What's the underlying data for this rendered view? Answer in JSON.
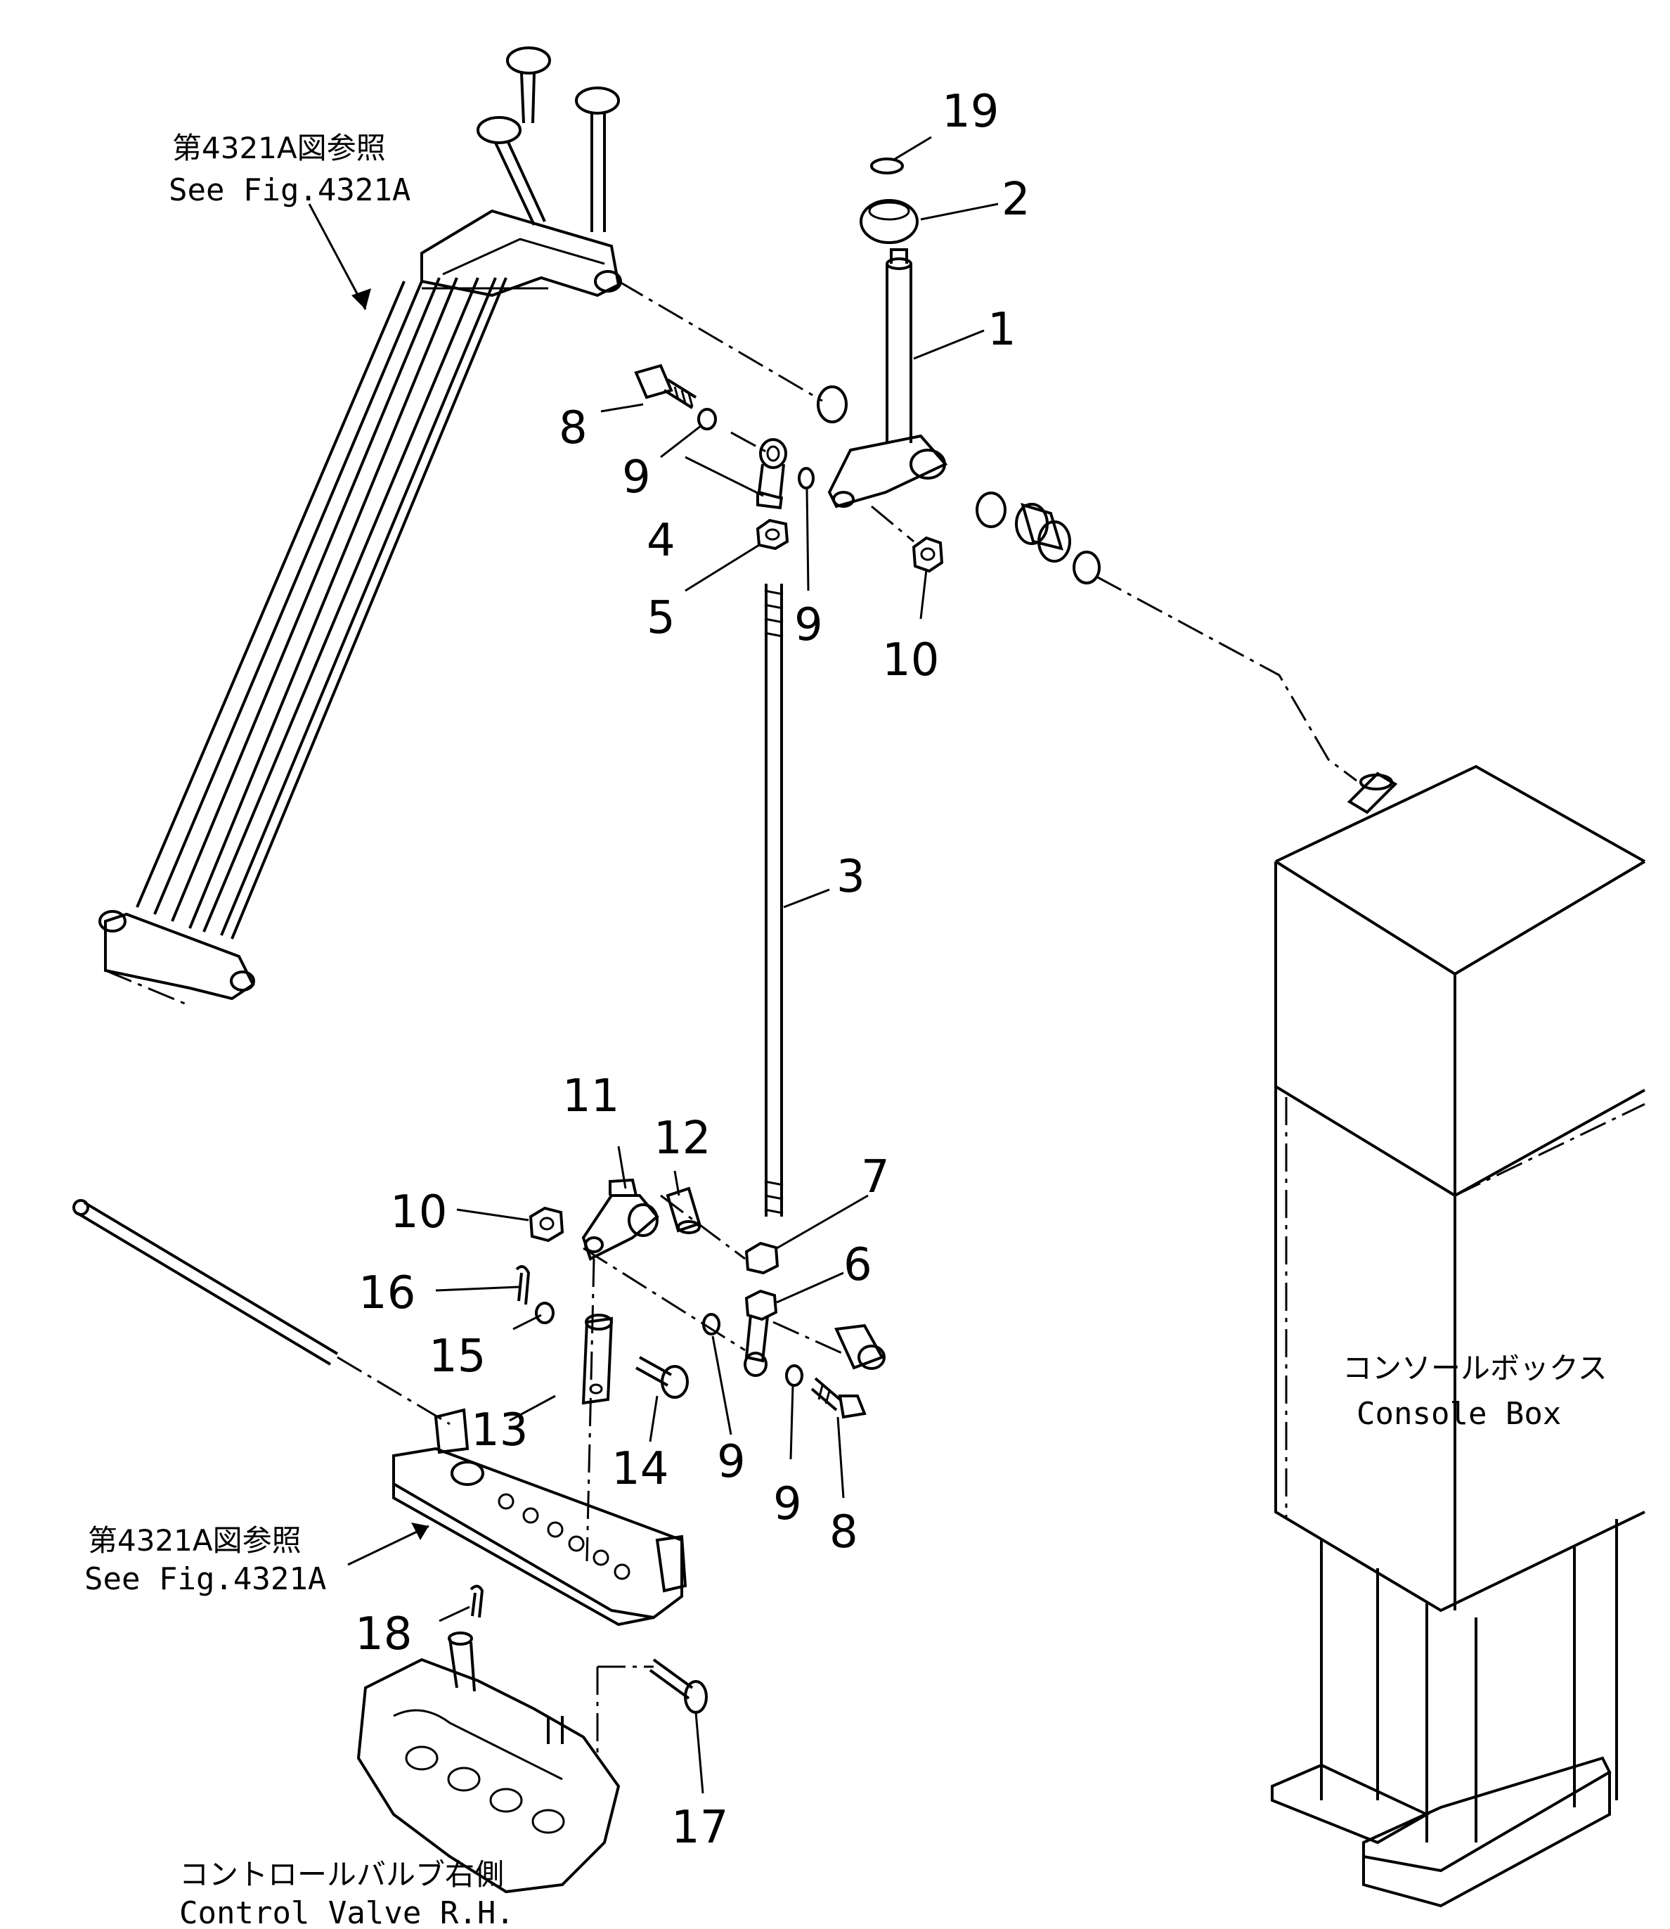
{
  "callouts": {
    "n1": "1",
    "n2": "2",
    "n3": "3",
    "n4": "4",
    "n5": "5",
    "n6": "6",
    "n7": "7",
    "n8a": "8",
    "n8b": "8",
    "n9a": "9",
    "n9b": "9",
    "n9c": "9",
    "n9d": "9",
    "n10a": "10",
    "n10b": "10",
    "n11": "11",
    "n12": "12",
    "n13": "13",
    "n14": "14",
    "n15": "15",
    "n16": "16",
    "n17": "17",
    "n18": "18",
    "n19": "19"
  },
  "references": {
    "upper_jp": "第4321A図参照",
    "upper_en": "See Fig.4321A",
    "lower_jp": "第4321A図参照",
    "lower_en": "See Fig.4321A"
  },
  "console_box": {
    "jp": "コンソールボックス",
    "en": "Console Box"
  },
  "control_valve": {
    "jp": "コントロールバルブ右側",
    "en": "Control Valve R.H."
  }
}
